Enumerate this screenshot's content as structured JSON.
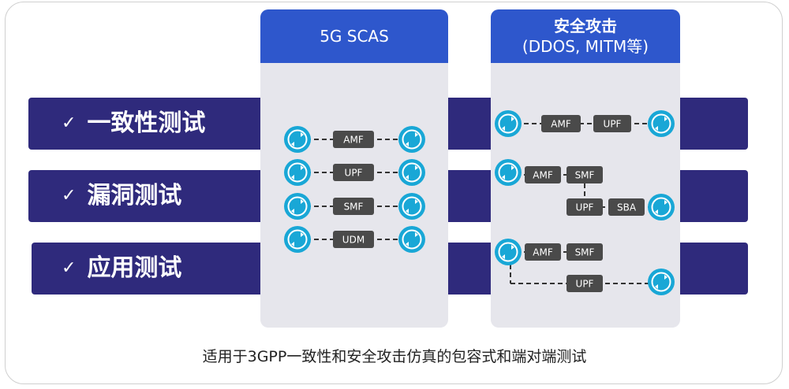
{
  "bands": [
    {
      "check": "✓",
      "label": "一致性测试"
    },
    {
      "check": "✓",
      "label": "漏洞测试"
    },
    {
      "check": "✓",
      "label": "应用测试"
    }
  ],
  "panels": {
    "scas": {
      "title": "5G SCAS"
    },
    "attack": {
      "title_line1": "安全攻击",
      "title_line2": "(DDOS, MITM等)"
    }
  },
  "scas_rows": [
    "AMF",
    "UPF",
    "SMF",
    "UDM"
  ],
  "attack_groups": {
    "group1": [
      "AMF",
      "UPF"
    ],
    "group2": [
      "AMF",
      "SMF",
      "UPF",
      "SBA"
    ],
    "group3": [
      "AMF",
      "SMF",
      "UPF"
    ]
  },
  "caption": "适用于3GPP一致性和安全攻击仿真的包容式和端对端测试",
  "colors": {
    "band": "#2f2a7c",
    "header": "#2e57cc",
    "panel": "#e6e6ec",
    "node": "#4a4a4a",
    "endpoint": "#19a7d6"
  }
}
